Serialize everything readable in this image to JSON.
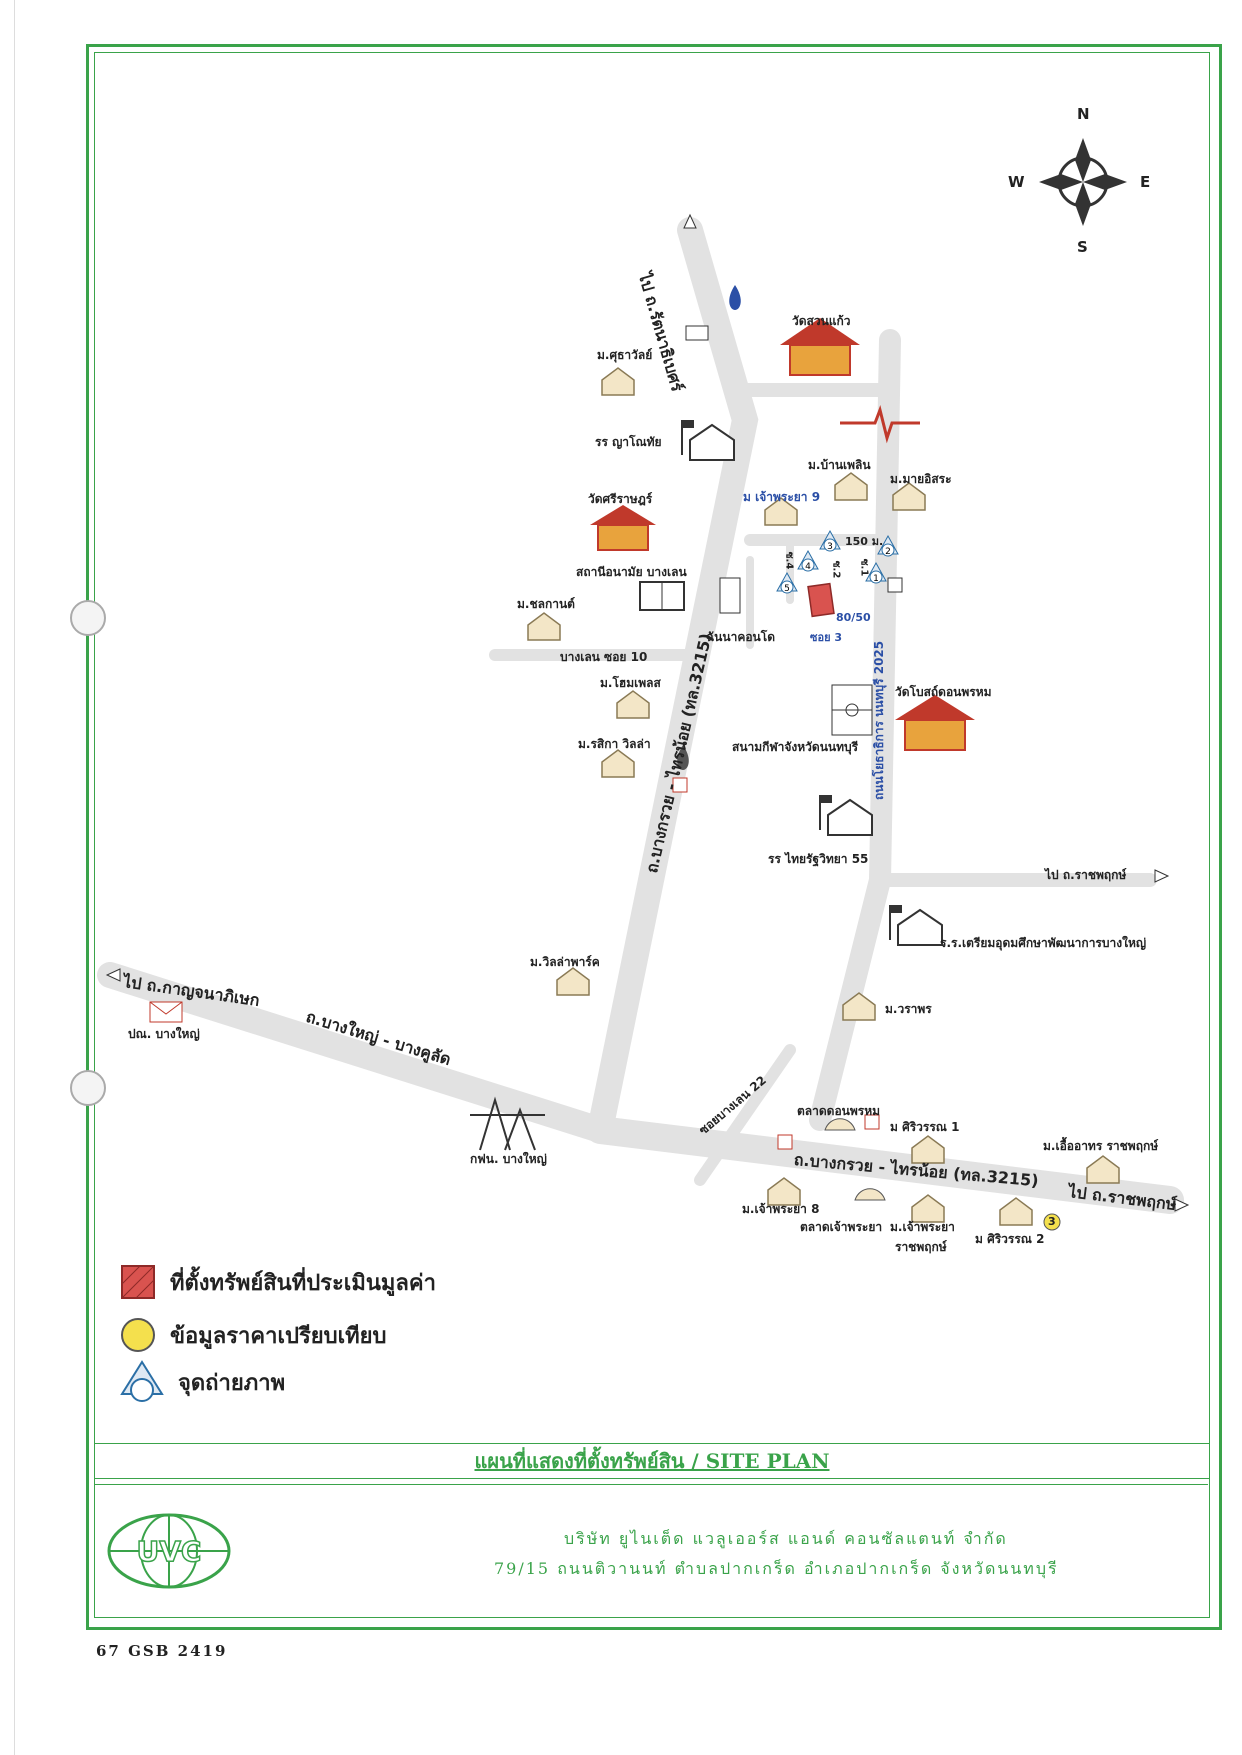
{
  "compass": {
    "n": "N",
    "s": "S",
    "e": "E",
    "w": "W"
  },
  "labels": {
    "to_rattanathibet": "ไป ถ.รัตนาธิเบศร์",
    "wat_suan_kaew": "วัดสวนแก้ว",
    "m_sutharat": "ม.ศุธาวัลย์",
    "school_yannotai": "รร ญาโณทัย",
    "wat_sirirat": "วัดศรีราษฎร์",
    "m_ban_phloen": "ม.บ้านเพลิน",
    "m_mai_isara": "ม.มายอิสระ",
    "m_chao_phraya_9": "ม เจ้าพระยา 9",
    "dist_150": "150 ม.",
    "health_station": "สถานีอนามัย บางเลน",
    "m_chonkan": "ม.ชลกานต์",
    "bang_len_10": "บางเลน ซอย 10",
    "chinna_condo": "ฉันนาคอนโด",
    "soi_1": "ซ.1",
    "soi_2": "ซ.2",
    "soi_3": "ซอย 3",
    "soi_4": "ซ.4",
    "plot": "80/50",
    "m_home_place": "ม.โฮมเพลส",
    "m_rasika": "ม.รสิกา วิลล่า",
    "road_3215": "ถ.บางกรวย - ไทรน้อย (ทล.3215)",
    "road_2025": "ถนนโยธาธิการ นนทบุรี 2025",
    "wat_bot": "วัดโบสถ์ดอนพรหม",
    "stadium": "สนามกีฬาจังหวัดนนทบุรี",
    "school_thairat": "รร ไทยรัฐวิทยา 55",
    "to_ratchaphruek_1": "ไป ถ.ราชพฤกษ์",
    "school_triam": "ร.ร.เตรียมอุดมศึกษาพัฒนาการบางใหญ่",
    "m_villa_park": "ม.วิลล่าพาร์ค",
    "to_kanchana": "ไป ถ.กาญจนาภิเษก",
    "post_office": "ปณ. บางใหญ่",
    "road_bang_yai": "ถ.บางใหญ่ - บางคูลัด",
    "m_waraphon": "ม.วราพร",
    "soi_bang_len_22": "ซอยบางเลน 22",
    "market_don_phrom": "ตลาดดอนพรหม",
    "m_siriwan_1": "ม ศิริวรรณ 1",
    "m_ua_athon": "ม.เอื้ออาทร ราชพฤกษ์",
    "egat": "กฟน. บางใหญ่",
    "road_3215_lower": "ถ.บางกรวย - ไทรน้อย (ทล.3215)",
    "to_ratchaphruek_2": "ไป ถ.ราชพฤกษ์",
    "m_chao_phraya_8": "ม.เจ้าพระยา 8",
    "market_chao_phraya": "ตลาดเจ้าพระยา",
    "m_chao_phraya_rp1": "ม.เจ้าพระยา",
    "m_chao_phraya_rp2": "ราชพฤกษ์",
    "m_siriwan_2": "ม ศิริวรรณ 2"
  },
  "photo_points": [
    "1",
    "2",
    "3",
    "4",
    "5"
  ],
  "comparable_points": [
    "3"
  ],
  "legend": {
    "subject": "ที่ตั้งทรัพย์สินที่ประเมินมูลค่า",
    "comparable": "ข้อมูลราคาเปรียบเทียบ",
    "photo": "จุดถ่ายภาพ"
  },
  "title": "แผนที่แสดงที่ตั้งทรัพย์สิน / SITE PLAN",
  "company": {
    "logo_text": "UVC",
    "name": "บริษัท ยูไนเต็ด แวลูเออร์ส แอนด์ คอนซัลแตนท์ จำกัด",
    "address": "79/15 ถนนติวานนท์ ตำบลปากเกร็ด อำเภอปากเกร็ด จังหวัดนนทบุรี"
  },
  "doc_code": "67 GSB 2419",
  "colors": {
    "frame": "#3aa34a",
    "road": "#e4e4e4",
    "temple": "#c0392b",
    "subject": "#d9534f",
    "comparable": "#f4e04d",
    "photo": "#2b6fa6"
  }
}
